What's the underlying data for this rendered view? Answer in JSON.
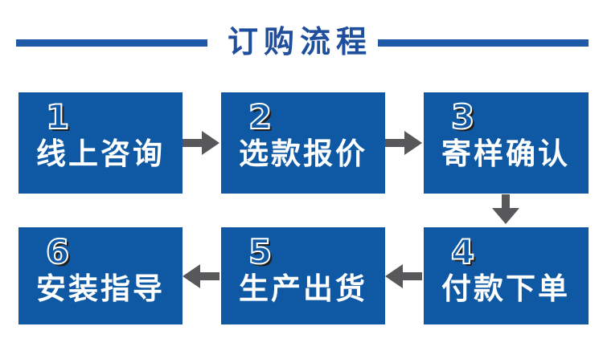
{
  "title": "订购流程",
  "colors": {
    "box-blue": "#0f59a4",
    "title-blue": "#1e4e9c",
    "line-blue": "#1f5aa8",
    "arrow-gray": "#58585a",
    "number-shadow": "#1f1f1f"
  },
  "steps": [
    {
      "num": "1",
      "label": "线上咨询"
    },
    {
      "num": "2",
      "label": "选款报价"
    },
    {
      "num": "3",
      "label": "寄样确认"
    },
    {
      "num": "4",
      "label": "付款下单"
    },
    {
      "num": "5",
      "label": "生产出货"
    },
    {
      "num": "6",
      "label": "安装指导"
    }
  ],
  "icons": {
    "arrow_right": "→",
    "arrow_left": "←",
    "arrow_down": "↓"
  }
}
